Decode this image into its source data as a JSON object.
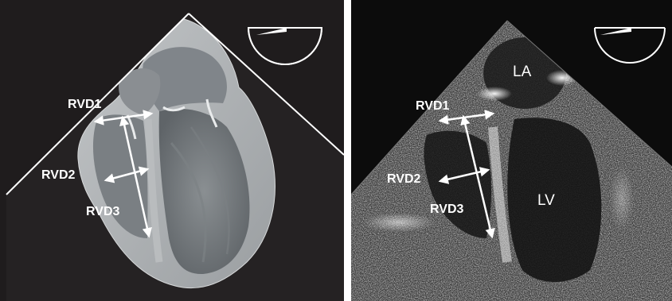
{
  "left_panel": {
    "labels": {
      "rvd1": "RVD1",
      "rvd2": "RVD2",
      "rvd3": "RVD3"
    },
    "orientation_icon": "probe-angle-icon"
  },
  "right_panel": {
    "labels": {
      "la": "LA",
      "lv": "LV",
      "rvd1": "RVD1",
      "rvd2": "RVD2",
      "rvd3": "RVD3"
    },
    "orientation_icon": "probe-angle-icon"
  },
  "colors": {
    "background": "#1f1c1d",
    "sector_line": "#ffffff",
    "myocardium": "#a9acae",
    "chamber": "#6f7477",
    "ultrasound_bg": "#0c0c0c"
  }
}
